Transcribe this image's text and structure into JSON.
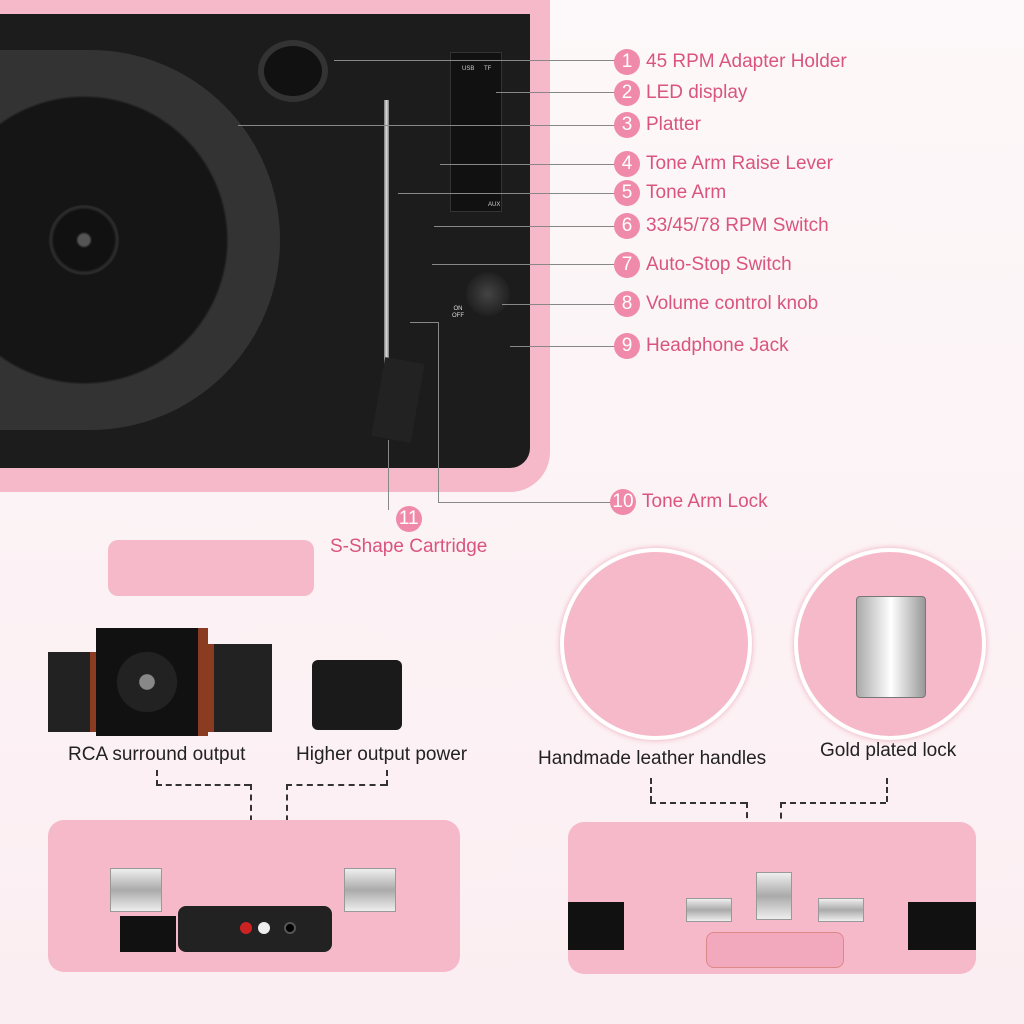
{
  "callouts": [
    {
      "n": "1",
      "label": "45 RPM Adapter Holder"
    },
    {
      "n": "2",
      "label": "LED display"
    },
    {
      "n": "3",
      "label": "Platter"
    },
    {
      "n": "4",
      "label": "Tone Arm Raise Lever"
    },
    {
      "n": "5",
      "label": "Tone Arm"
    },
    {
      "n": "6",
      "label": "33/45/78 RPM Switch"
    },
    {
      "n": "7",
      "label": "Auto-Stop Switch"
    },
    {
      "n": "8",
      "label": "Volume control knob"
    },
    {
      "n": "9",
      "label": "Headphone Jack"
    },
    {
      "n": "10",
      "label": "Tone Arm Lock"
    },
    {
      "n": "11",
      "label": "S-Shape Cartridge"
    }
  ],
  "panel": {
    "on_off": "ON\nOFF",
    "usb": "USB",
    "tf": "TF",
    "aux": "AUX"
  },
  "captions": {
    "rca": "RCA surround output",
    "power": "Higher output power",
    "handles": "Handmade leather handles",
    "lock": "Gold plated lock"
  },
  "colors": {
    "accent": "#d9547e",
    "badge": "#f08aaa",
    "case": "#f6b9c9"
  }
}
